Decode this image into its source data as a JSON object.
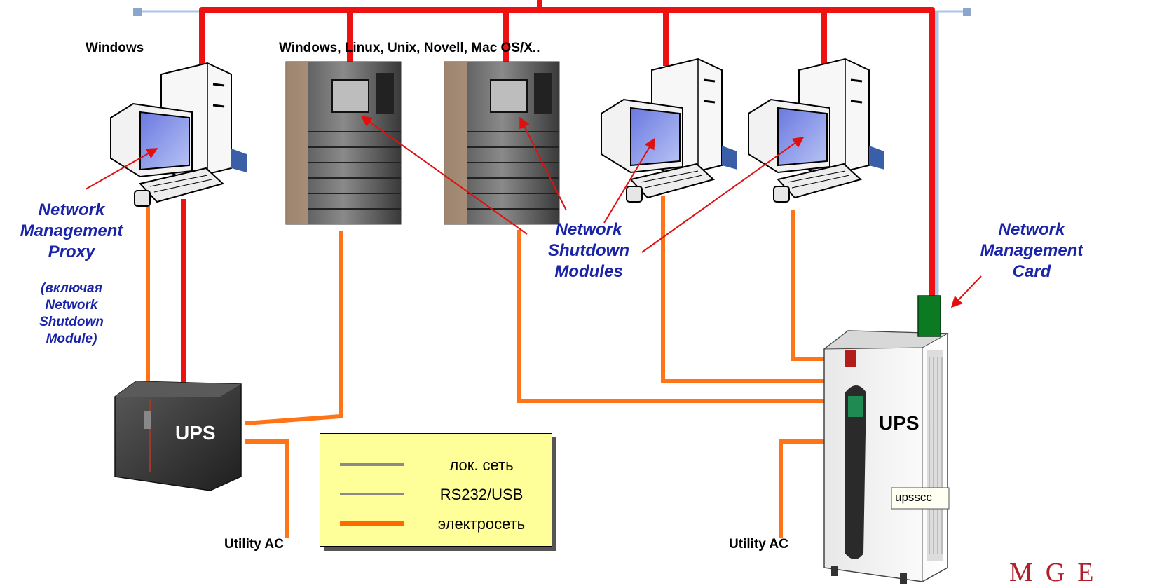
{
  "os_labels": {
    "left": "Windows",
    "middle": "Windows, Linux, Unix, Novell, Mac OS/X.."
  },
  "proxy": {
    "title_lines": [
      "Network",
      "Management",
      "Proxy"
    ],
    "note_lines": [
      "(включая",
      "Network",
      "Shutdown",
      "Module)"
    ]
  },
  "shutdown_modules": {
    "lines": [
      "Network",
      "Shutdown",
      "Modules"
    ]
  },
  "nmc": {
    "lines": [
      "Network",
      "Management",
      "Card"
    ]
  },
  "ups_small": {
    "label": "UPS"
  },
  "ups_large": {
    "label": "UPS",
    "sticker": "upsscc"
  },
  "utility": {
    "left": "Utility AC",
    "right": "Utility AC"
  },
  "legend": {
    "items": [
      {
        "label": "лок. сеть",
        "color": "#8a8a8a"
      },
      {
        "label": "RS232/USB",
        "color": "#8a8a8a"
      },
      {
        "label": "электросеть",
        "color": "#ff6a00"
      }
    ]
  },
  "logo": {
    "text": "MGE"
  },
  "colors": {
    "lan": "#ee1111",
    "power": "#ff7417",
    "bus": "#a9c6ea",
    "label_blue": "#1a24a8",
    "nmc_card": "#0c7a22"
  }
}
